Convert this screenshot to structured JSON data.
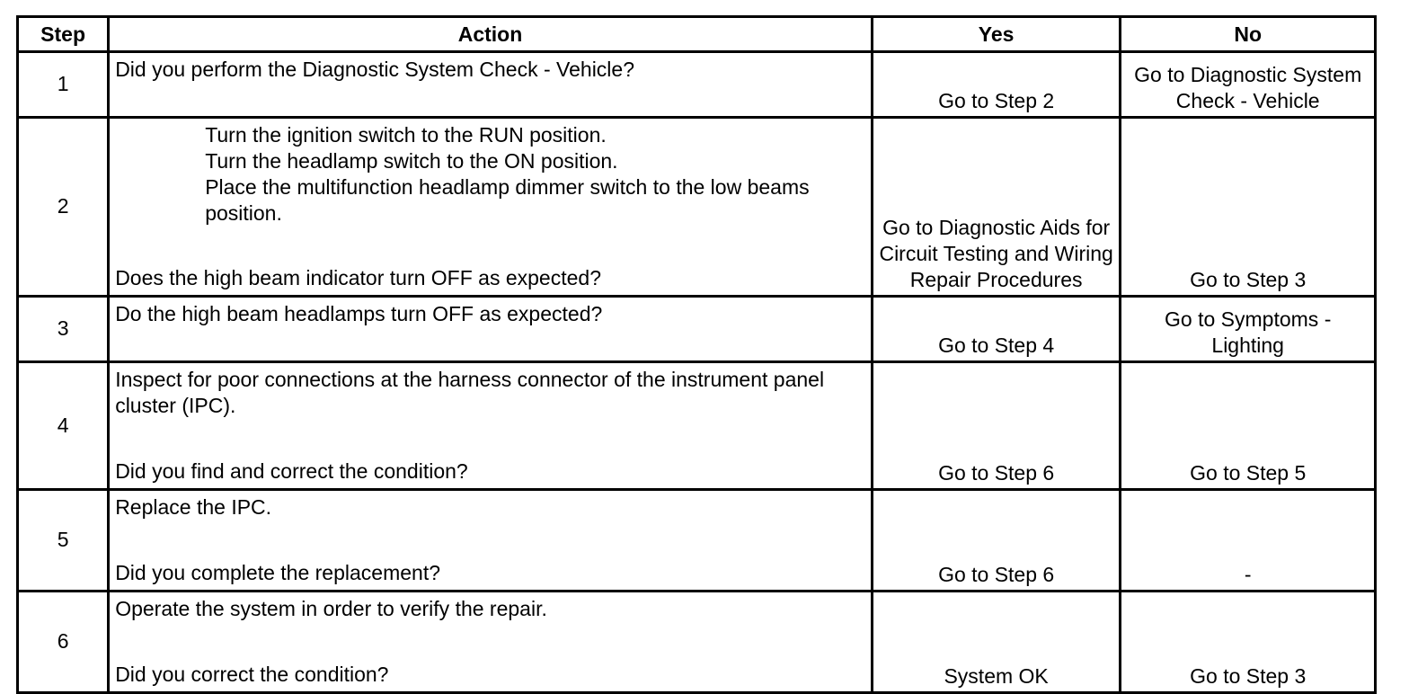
{
  "headers": {
    "step": "Step",
    "action": "Action",
    "yes": "Yes",
    "no": "No"
  },
  "rows": [
    {
      "step": "1",
      "action_lines": [],
      "question": "Did you perform the Diagnostic System Check - Vehicle?",
      "yes": "Go to Step 2",
      "no": "Go to Diagnostic System Check - Vehicle"
    },
    {
      "step": "2",
      "action_lines": [
        "Turn the ignition switch to the RUN position.",
        "Turn the headlamp switch to the ON position.",
        "Place the multifunction headlamp dimmer switch to the low beams position."
      ],
      "question": "Does the high beam indicator turn OFF as expected?",
      "yes": "Go to Diagnostic Aids for Circuit Testing and Wiring Repair Procedures",
      "no": "Go to Step 3"
    },
    {
      "step": "3",
      "action_lines": [],
      "question": "Do the high beam headlamps turn OFF as expected?",
      "yes": "Go to Step 4",
      "no": "Go to Symptoms - Lighting"
    },
    {
      "step": "4",
      "action_lines": [
        "Inspect for poor connections at the harness connector of the instrument panel cluster (IPC)."
      ],
      "question": "Did you find and correct the condition?",
      "yes": "Go to Step 6",
      "no": "Go to Step 5"
    },
    {
      "step": "5",
      "action_lines": [
        "Replace the IPC."
      ],
      "question": "Did you complete the replacement?",
      "yes": "Go to Step 6",
      "no": "-"
    },
    {
      "step": "6",
      "action_lines": [
        "Operate the system in order to verify the repair."
      ],
      "question": "Did you correct the condition?",
      "yes": "System OK",
      "no": "Go to Step 3"
    }
  ]
}
